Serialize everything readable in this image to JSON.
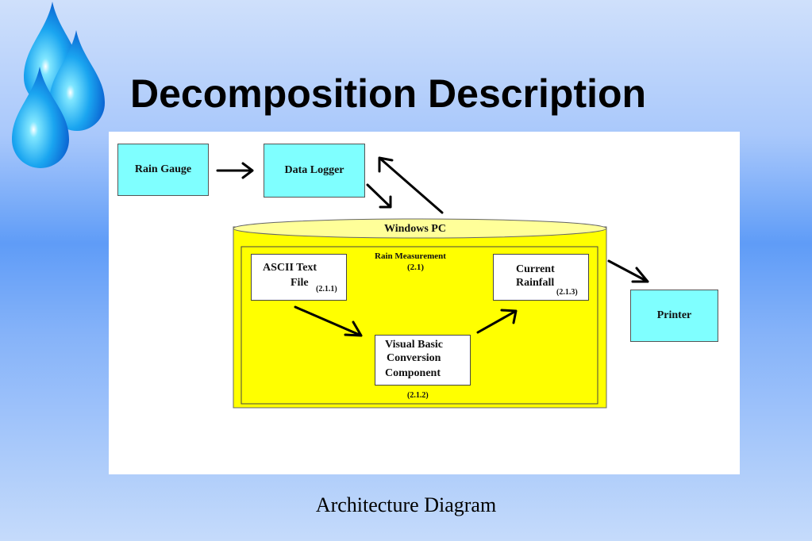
{
  "slide": {
    "title": "Decomposition Description",
    "caption": "Architecture Diagram"
  },
  "diagram": {
    "rain_gauge": "Rain Gauge",
    "data_logger": "Data Logger",
    "windows_pc": "Windows PC",
    "rain_measurement": "Rain Measurement",
    "rain_measurement_id": "(2.1)",
    "ascii_line1": "ASCII Text",
    "ascii_line2": "File",
    "ascii_id": "(2.1.1)",
    "current_line1": "Current",
    "current_line2": "Rainfall",
    "current_id": "(2.1.3)",
    "vb_line1": "Visual Basic",
    "vb_line2": "Conversion",
    "vb_line3": "Component",
    "vb_id": "(2.1.2)",
    "printer": "Printer"
  },
  "colors": {
    "component_fill": "#7fffff",
    "pc_fill": "#ffff00",
    "arrow": "#000000"
  },
  "icons": [
    "water-drop-icon",
    "water-drop-icon",
    "water-drop-icon"
  ]
}
